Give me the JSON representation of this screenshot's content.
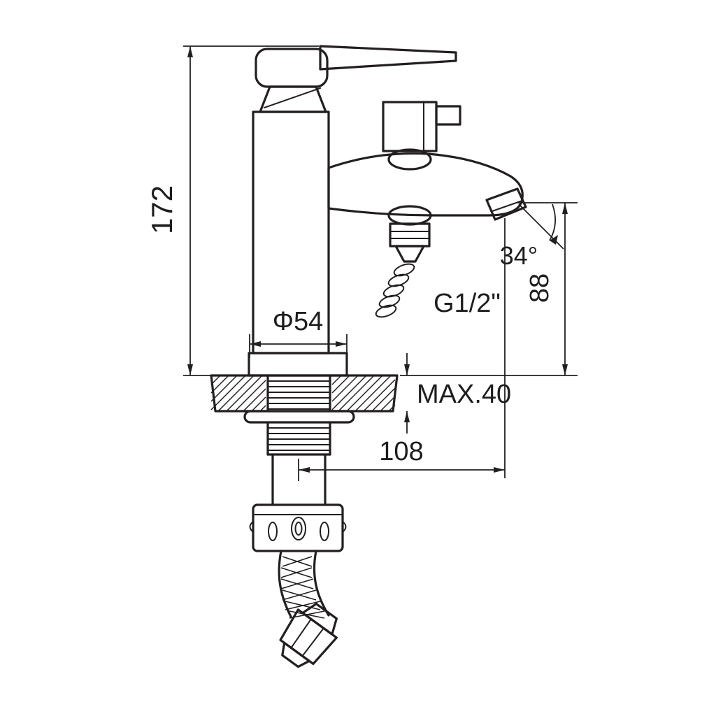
{
  "bg_color": "#ffffff",
  "line_color": "#231f20",
  "drawing": {
    "name": "basin-mixer-faucet-dimension-drawing",
    "labels": {
      "overall_height": "172",
      "base_diameter": "Φ54",
      "max_deck_thickness": "MAX.40",
      "spout_reach": "108",
      "spout_height": "88",
      "spout_angle": "34°",
      "thread": "G1/2\""
    }
  }
}
